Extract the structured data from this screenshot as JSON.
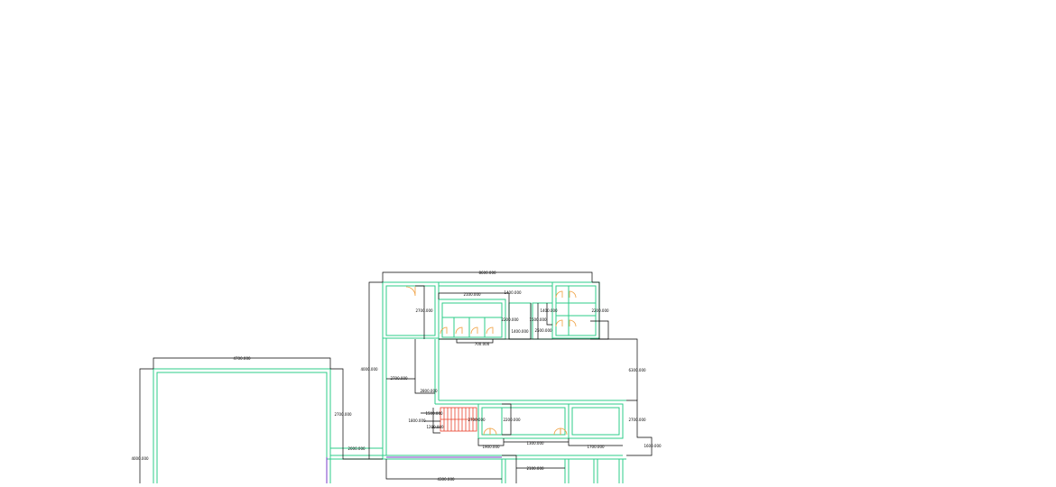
{
  "colors": {
    "background": "#ffffff",
    "wall": "#2ecc8a",
    "dimension": "#000000",
    "door": "#f0a040",
    "stair": "#e8402a",
    "boundary": "#7a3cc8"
  },
  "dimensions": {
    "d01": "8600.000",
    "d02": "2100.000",
    "d03": "1400.000",
    "d04": "2700.000",
    "d05": "2200.000",
    "d06": "2200.000",
    "d07": "1400.000",
    "d08": "1500.000",
    "d09": "2500.000",
    "d10": "700.000",
    "d11": "1400.000",
    "d12": "4700.000",
    "d13": "4000.000",
    "d14": "2700.000",
    "d15": "6300.000",
    "d16": "2800.000",
    "d17": "2700.000",
    "d18": "1500.000",
    "d19": "2700.000",
    "d20": "1800.000",
    "d21": "2200.000",
    "d22": "2700.000",
    "d23": "1200.000",
    "d24": "1900.000",
    "d25": "4000.000",
    "d26": "2000.000",
    "d27": "1300.000",
    "d28": "1700.000",
    "d29": "1600.000",
    "d30": "4300.000",
    "d31": "2100.000"
  }
}
